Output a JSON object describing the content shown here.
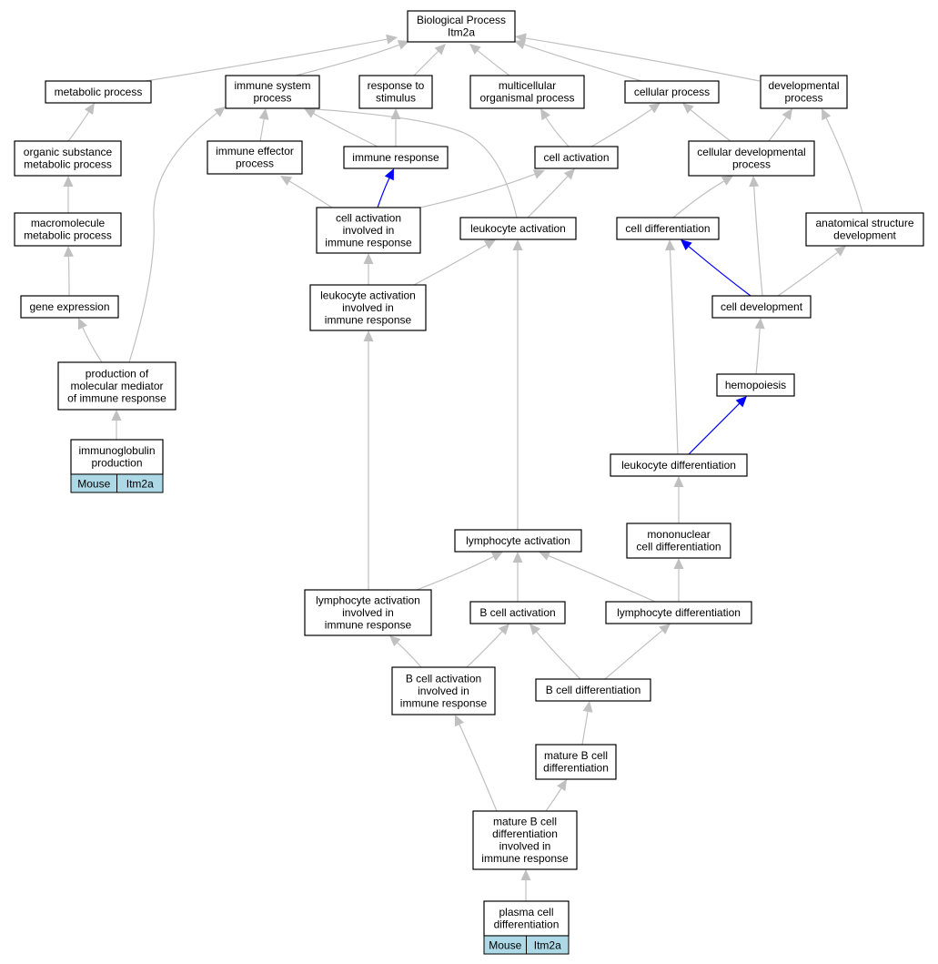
{
  "colors": {
    "edge_default": "#c0c0c0",
    "edge_highlight": "#0000ff",
    "annotation_fill": "#add8e6"
  },
  "nodes": {
    "bp": {
      "lines": [
        "Biological Process",
        "Itm2a"
      ]
    },
    "mp": {
      "lines": [
        "metabolic process"
      ]
    },
    "isp": {
      "lines": [
        "immune system",
        "process"
      ]
    },
    "rts": {
      "lines": [
        "response to",
        "stimulus"
      ]
    },
    "mop": {
      "lines": [
        "multicellular",
        "organismal process"
      ]
    },
    "cp": {
      "lines": [
        "cellular process"
      ]
    },
    "dp": {
      "lines": [
        "developmental",
        "process"
      ]
    },
    "osmp": {
      "lines": [
        "organic substance",
        "metabolic process"
      ]
    },
    "iep": {
      "lines": [
        "immune effector",
        "process"
      ]
    },
    "ir": {
      "lines": [
        "immune response"
      ]
    },
    "ca": {
      "lines": [
        "cell activation"
      ]
    },
    "cdp": {
      "lines": [
        "cellular developmental",
        "process"
      ]
    },
    "mmp": {
      "lines": [
        "macromolecule",
        "metabolic process"
      ]
    },
    "cair": {
      "lines": [
        "cell activation",
        "involved in",
        "immune response"
      ]
    },
    "la": {
      "lines": [
        "leukocyte activation"
      ]
    },
    "cd": {
      "lines": [
        "cell differentiation"
      ]
    },
    "asd": {
      "lines": [
        "anatomical structure",
        "development"
      ]
    },
    "ge": {
      "lines": [
        "gene expression"
      ]
    },
    "lair": {
      "lines": [
        "leukocyte activation",
        "involved in",
        "immune response"
      ]
    },
    "cdev": {
      "lines": [
        "cell development"
      ]
    },
    "pmm": {
      "lines": [
        "production of",
        "molecular mediator",
        "of immune response"
      ]
    },
    "hemo": {
      "lines": [
        "hemopoiesis"
      ]
    },
    "igp": {
      "lines": [
        "immunoglobulin",
        "production"
      ],
      "annotation": [
        "Mouse",
        "Itm2a"
      ]
    },
    "ld": {
      "lines": [
        "leukocyte differentiation"
      ]
    },
    "mcd": {
      "lines": [
        "mononuclear",
        "cell differentiation"
      ]
    },
    "lyma": {
      "lines": [
        "lymphocyte activation"
      ]
    },
    "lymair": {
      "lines": [
        "lymphocyte activation",
        "involved in",
        "immune response"
      ]
    },
    "bca": {
      "lines": [
        "B cell activation"
      ]
    },
    "lymd": {
      "lines": [
        "lymphocyte differentiation"
      ]
    },
    "bcair": {
      "lines": [
        "B cell activation",
        "involved in",
        "immune response"
      ]
    },
    "bcd": {
      "lines": [
        "B cell differentiation"
      ]
    },
    "mbcd": {
      "lines": [
        "mature B cell",
        "differentiation"
      ]
    },
    "mbcdir": {
      "lines": [
        "mature B cell",
        "differentiation",
        "involved in",
        "immune response"
      ]
    },
    "pcd": {
      "lines": [
        "plasma cell",
        "differentiation"
      ],
      "annotation": [
        "Mouse",
        "Itm2a"
      ]
    }
  }
}
